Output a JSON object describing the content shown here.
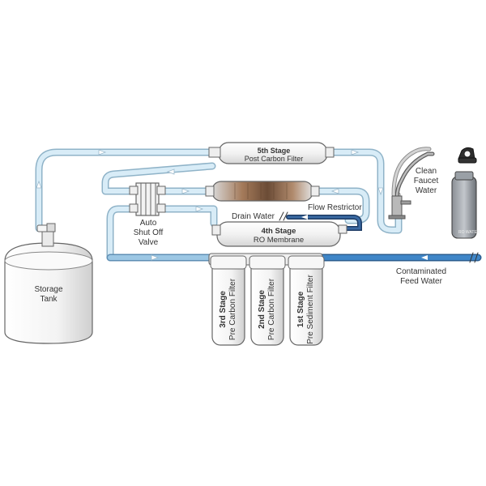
{
  "labels": {
    "stage5_title": "5th Stage",
    "stage5_name": "Post Carbon Filter",
    "stage4_title": "4th Stage",
    "stage4_name": "RO Membrane",
    "stage3_title": "3rd Stage",
    "stage3_name": "Pre Carbon Filter",
    "stage2_title": "2nd Stage",
    "stage2_name": "Pre Carbon Filter",
    "stage1_title": "1st Stage",
    "stage1_name": "Pre Sediment Filter",
    "auto_shutoff": [
      "Auto",
      "Shut Off",
      "Valve"
    ],
    "drain_water": "Drain Water",
    "flow_restrictor": "Flow Restrictor",
    "clean_faucet": [
      "Clean",
      "Faucet",
      "Water"
    ],
    "contaminated": [
      "Contaminated",
      "Feed Water"
    ],
    "storage_tank": [
      "Storage",
      "Tank"
    ]
  },
  "colors": {
    "clean_line": "#cfe6f3",
    "feed_line": "#2c6fb5",
    "drain_line": "#1e3f6e",
    "housing": "#f4f4f4",
    "outline": "#555555"
  }
}
